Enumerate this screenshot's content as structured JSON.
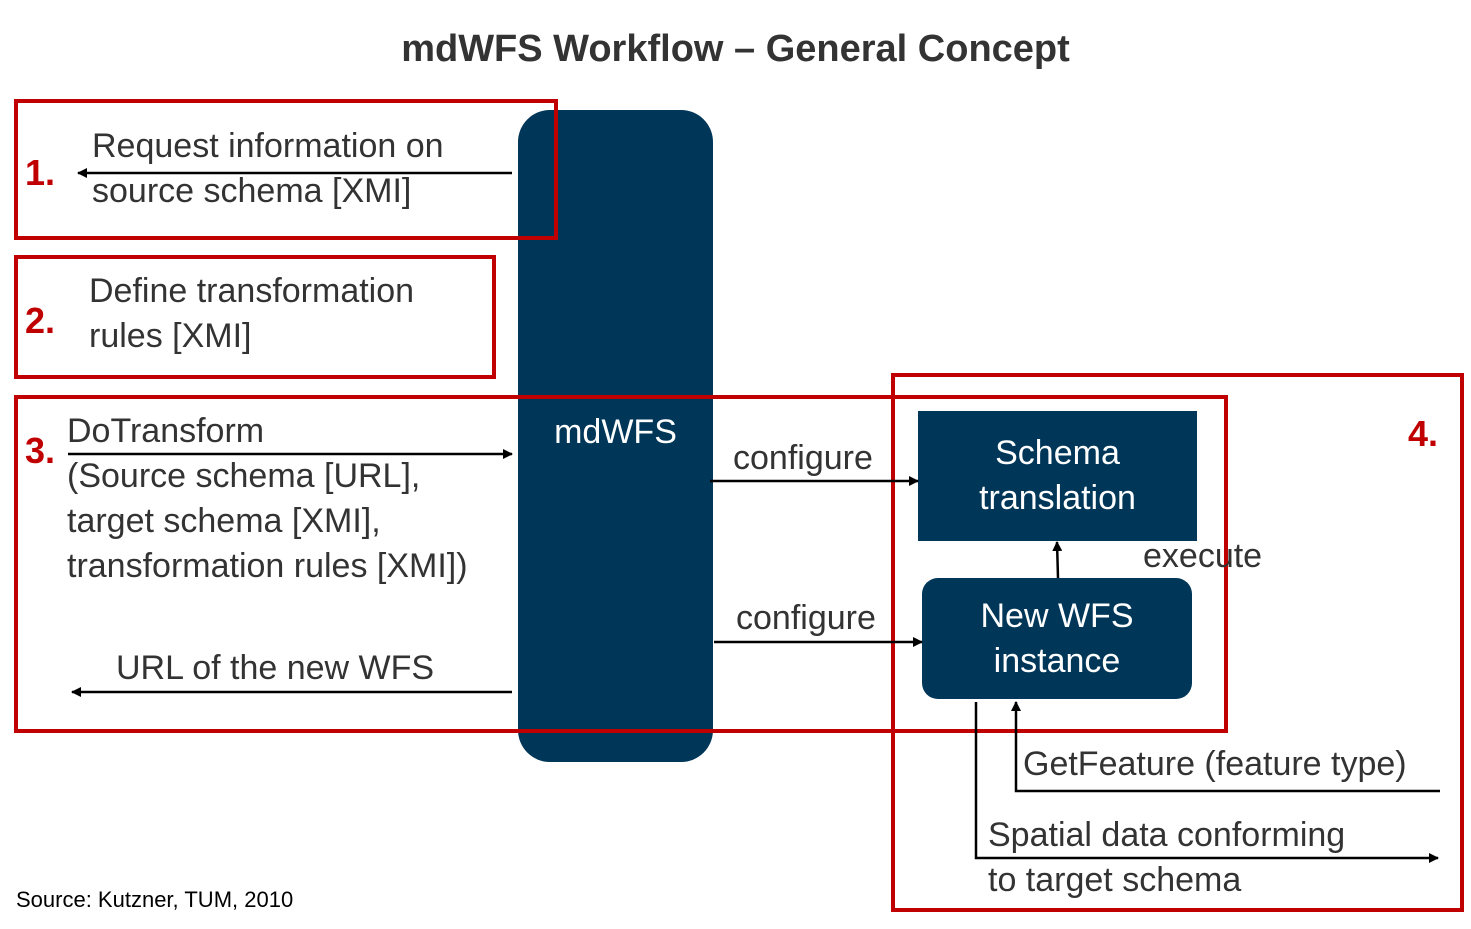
{
  "title": "mdWFS Workflow – General Concept",
  "source": "Source: Kutzner, TUM, 2010",
  "steps": {
    "s1": "1.",
    "s2": "2.",
    "s3": "3.",
    "s4": "4."
  },
  "messages": {
    "request_info": [
      "Request information on",
      "source schema [XMI]"
    ],
    "define_rules": [
      "Define transformation",
      "rules [XMI]"
    ],
    "do_transform": [
      "DoTransform",
      "(Source schema [URL],",
      "target schema [XMI],",
      "transformation rules [XMI])"
    ],
    "url_new_wfs": "URL of the new WFS",
    "configure_1": "configure",
    "configure_2": "configure",
    "execute": "execute",
    "get_feature": "GetFeature (feature type)",
    "spatial_data": [
      "Spatial data conforming",
      "to target schema"
    ]
  },
  "components": {
    "mdwfs": "mdWFS",
    "schema_translation": [
      "Schema",
      "translation"
    ],
    "new_wfs": [
      "New WFS",
      "instance"
    ]
  },
  "colors": {
    "highlight_red": "#c00000",
    "component_blue": "#003658",
    "text": "#333333"
  }
}
